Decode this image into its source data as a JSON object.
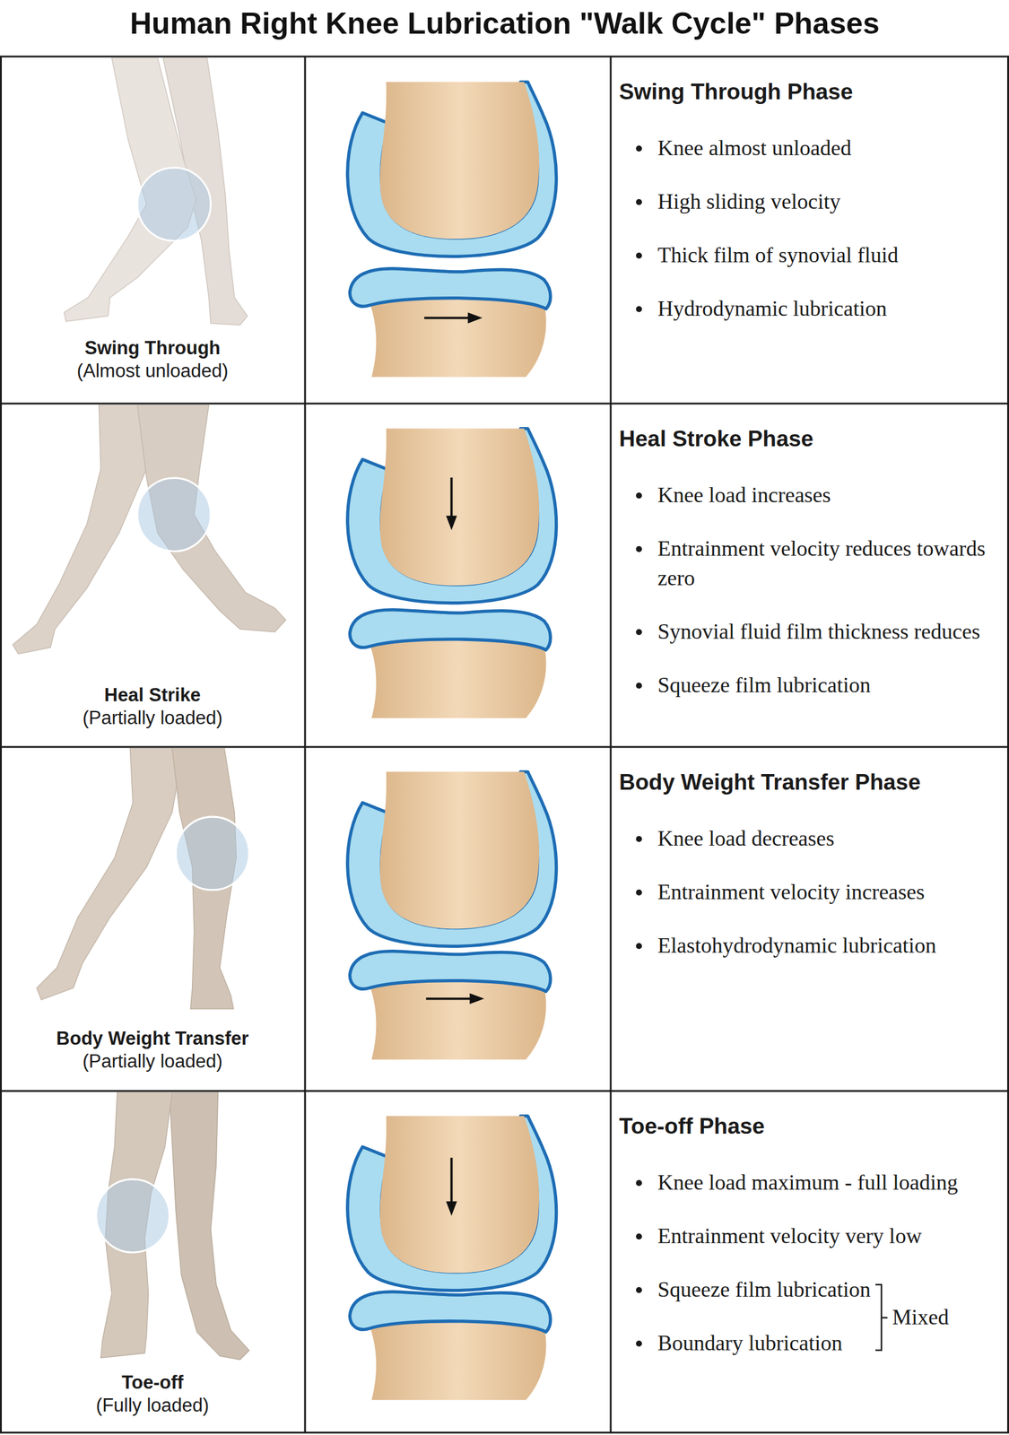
{
  "diagram": {
    "title": "Human Right Knee Lubrication \"Walk Cycle\" Phases",
    "nodes": [
      {
        "text": [
          "Swing Through",
          "(Almost unloaded)"
        ]
      },
      {
        "text": [
          "Swing Through Phase",
          "Knee almost unloaded",
          "High sliding velocity",
          "Thick film of synovial fluid",
          "Hydrodynamic lubrication"
        ]
      },
      {
        "text": [
          "Heal Strike",
          "(Partially loaded)"
        ]
      },
      {
        "text": [
          "Heal Stroke Phase",
          "Knee load increases",
          "Entrainment velocity reduces towards zero",
          "Synovial fluid film thickness reduces",
          "Squeeze film lubrication"
        ]
      },
      {
        "text": [
          "Body Weight Transfer",
          "(Partially loaded)"
        ]
      },
      {
        "text": [
          "Body Weight Transfer Phase",
          "Knee load decreases",
          "Entrainment velocity increases",
          "Elastohydrodynamic lubrication"
        ]
      },
      {
        "text": [
          "Toe-off",
          "(Fully loaded)"
        ]
      },
      {
        "text": [
          "Toe-off Phase",
          "Knee load maximum - full loading",
          "Entrainment velocity very low",
          "Squeeze film lubrication",
          "Boundary lubrication"
        ]
      }
    ],
    "labels": [
      "Mixed"
    ]
  }
}
